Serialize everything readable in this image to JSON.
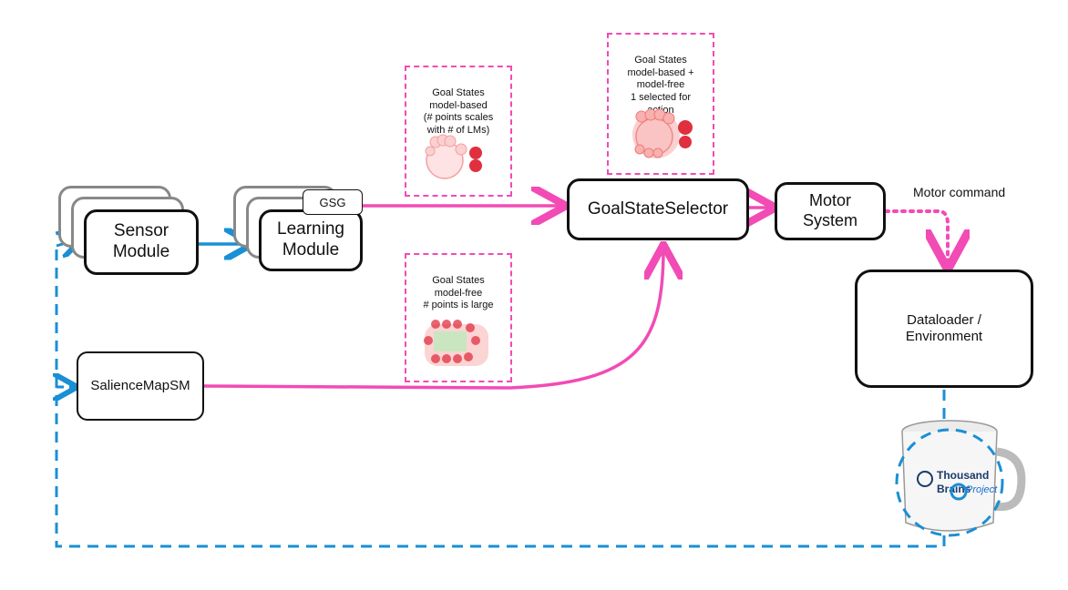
{
  "nodes": {
    "sensor_module": "Sensor\nModule",
    "learning_module": "Learning\nModule",
    "gsg": "GSG",
    "goal_state_selector": "GoalStateSelector",
    "motor_system": "Motor\nSystem",
    "environment": "Dataloader /\nEnvironment",
    "saliency_sm": "SalienceMapSM"
  },
  "notes": {
    "model_based": "Goal States\nmodel-based\n(# points scales\nwith # of LMs)",
    "combined": "Goal States\nmodel-based +\nmodel-free\n1 selected for\naction",
    "model_free": "Goal States\nmodel-free\n# points is large"
  },
  "edge_labels": {
    "motor_command": "Motor command"
  },
  "mug_logo": {
    "line1": "Thousand",
    "line2": "Brains",
    "line3": "Project"
  },
  "colors": {
    "blue": "#1a8fd6",
    "pink": "#f24bb5",
    "red": "#e03040",
    "box": "#111111"
  }
}
